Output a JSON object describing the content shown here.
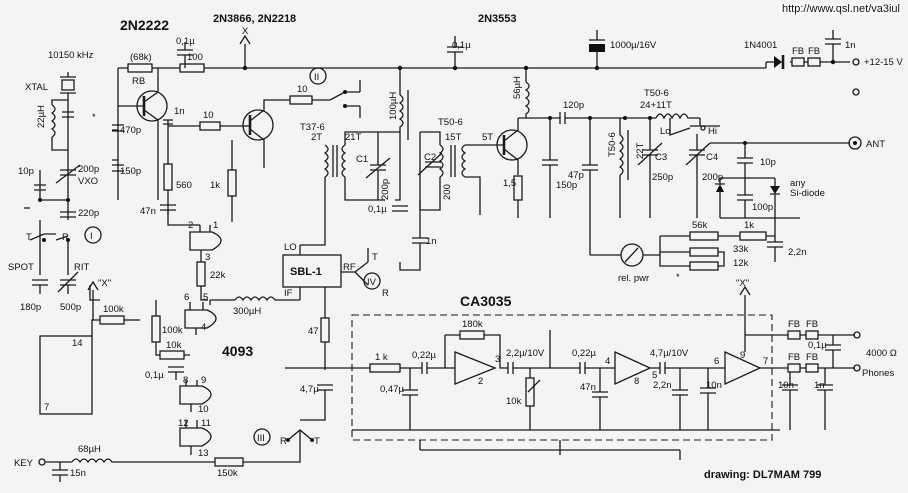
{
  "watermark": "http://www.qsl.net/va3iul",
  "credit": "drawing: DL7MAM  799",
  "parts": {
    "q1": "2N2222",
    "q23": "2N3866, 2N2218",
    "q4": "2N3553",
    "ic1": "CA3035",
    "ic2": "4093"
  },
  "labels": {
    "xtal": "XTAL",
    "freq": "10150 kHz",
    "r68k": "(68k)",
    "rb": "RB",
    "r100": "100",
    "c01a": "0,1µ",
    "x_top": "X",
    "c01b": "0,1µ",
    "c1000": "1000µ/16V",
    "diode": "1N4001",
    "fb1": "FB",
    "fb2": "FB",
    "c1n_top": "1n",
    "vcc": "+12-15 V",
    "ind22": "22µH",
    "star": "*",
    "c1n_q1": "1n",
    "r10a": "10",
    "c470p": "470p",
    "c150p_a": "150p",
    "c10p_a": "10p",
    "c200p_vxo": "200p",
    "vxo": "VXO",
    "c220p": "220p",
    "r560": "560",
    "r1k_a": "1k",
    "c47n_a": "47n",
    "sw_t": "T",
    "sw_r": "R",
    "sw1": "I",
    "spot": "SPOT",
    "rit": "RIT",
    "c180p": "180p",
    "c500p": "500p",
    "x_quote": "\"X\"",
    "r100k_a": "100k",
    "pin14": "14",
    "pin7": "7",
    "r10b": "10",
    "sw2": "II",
    "t37": "T37-6",
    "t2t": "2T",
    "t21t": "21T",
    "c1": "C1",
    "c200p_b": "200p",
    "c01c": "0,1µ",
    "ind100": "100µH",
    "t50a": "T50-6",
    "t15t": "15T",
    "t5t": "5T",
    "c2": "C2",
    "c200": "200",
    "ind56": "56µH",
    "r15": "1,5",
    "c120p": "120p",
    "t50b": "T50-6",
    "t24": "24+11T",
    "lo_h": "Lo",
    "hi": "Hi",
    "t50c": "T50-6",
    "t22t": "22T",
    "c150p_b": "150p",
    "c47p": "47p",
    "c3": "C3",
    "c250p": "250p",
    "c4": "C4",
    "c200p_c": "200p",
    "ant": "ANT",
    "c10p_b": "10p",
    "anysi": "any",
    "sidiode": "Si-diode",
    "c100p": "100p",
    "r56k": "56k",
    "r1k_b": "1k",
    "r33k": "33k",
    "r12k": "12k",
    "c22n_a": "2,2n",
    "relpwr": "rel. pwr",
    "star2": "*",
    "c1n_b": "1n",
    "lo_sbl": "LO",
    "sbl": "SBL-1",
    "rf": "RF",
    "if": "IF",
    "sw4": "IV",
    "sw4t": "T",
    "sw4r": "R",
    "p1": "1",
    "p2": "2",
    "p3": "3",
    "r22k": "22k",
    "p6": "6",
    "p5": "5",
    "p4": "4",
    "ind300": "300µH",
    "r100k_b": "100k",
    "r10k_a": "10k",
    "c01d": "0,1µ",
    "p8": "8",
    "p9": "9",
    "p10": "10",
    "p12": "12",
    "p11": "11",
    "p13": "13",
    "ind68": "68µH",
    "c15n": "15n",
    "key": "KEY",
    "r150k": "150k",
    "r47": "47",
    "c47u": "4,7µ",
    "sw3": "III",
    "sw3r": "R",
    "sw3t": "T",
    "r1k_c": "1 k",
    "c022a": "0,22µ",
    "c047": "0,47µ",
    "r180k": "180k",
    "a3": "3",
    "a2": "2",
    "c22u": "2,2µ/10V",
    "r10k_b": "10k",
    "c022b": "0,22µ",
    "c47n_b": "47n",
    "a4": "4",
    "a8": "8",
    "c47u2": "4,7µ/10V",
    "a5": "5",
    "c22n_b": "2,2n",
    "a6": "6",
    "a9": "9",
    "a7": "7",
    "c10n_a": "10n",
    "c10n_b": "10n",
    "c1n_c": "1n",
    "x_quote2": "\"X\"",
    "fb3": "FB",
    "fb4": "FB",
    "fb5": "FB",
    "fb6": "FB",
    "c01e": "0,1µ",
    "ohm": "4000 Ω",
    "phones": "Phones"
  }
}
